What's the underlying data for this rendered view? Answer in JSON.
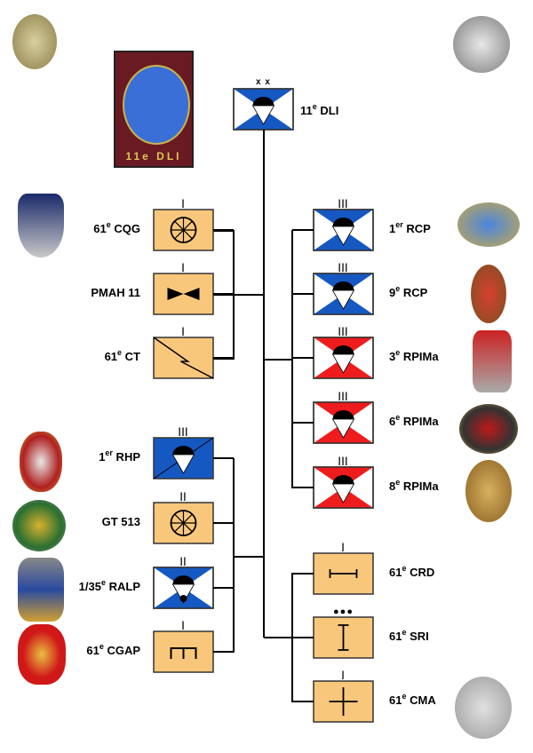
{
  "division": {
    "num": "11",
    "sup": "e",
    "rest": " DLI",
    "echelon": "x x",
    "patch_text": "11e DLI",
    "color": "#1658c2"
  },
  "colors": {
    "infantry": "#f9c77c",
    "blue": "#1658c2",
    "red": "#ee1c1c",
    "line": "#000000"
  },
  "units": [
    {
      "num": "61",
      "sup": "e",
      "rest": " CQG",
      "echelon": "|",
      "type": "wheel",
      "side": "left",
      "group": 1
    },
    {
      "num": "PMAH 11",
      "sup": "",
      "rest": "",
      "echelon": "|",
      "type": "bowtie",
      "side": "left",
      "group": 1
    },
    {
      "num": "61",
      "sup": "e",
      "rest": " CT",
      "echelon": "|",
      "type": "signal",
      "side": "left",
      "group": 1
    },
    {
      "num": "1",
      "sup": "er",
      "rest": " RCP",
      "echelon": "|||",
      "type": "para-blue",
      "side": "right",
      "group": 1
    },
    {
      "num": "9",
      "sup": "e",
      "rest": " RCP",
      "echelon": "|||",
      "type": "para-blue",
      "side": "right",
      "group": 1
    },
    {
      "num": "3",
      "sup": "e",
      "rest": " RPIMa",
      "echelon": "|||",
      "type": "para-red",
      "side": "right",
      "group": 1
    },
    {
      "num": "6",
      "sup": "e",
      "rest": " RPIMa",
      "echelon": "|||",
      "type": "para-red",
      "side": "right",
      "group": 1
    },
    {
      "num": "8",
      "sup": "e",
      "rest": " RPIMa",
      "echelon": "|||",
      "type": "para-red",
      "side": "right",
      "group": 1
    },
    {
      "num": "1",
      "sup": "er",
      "rest": " RHP",
      "echelon": "|||",
      "type": "armor-para",
      "side": "left",
      "group": 2
    },
    {
      "num": "GT 513",
      "sup": "",
      "rest": "",
      "echelon": "||",
      "type": "wheel",
      "side": "left",
      "group": 2
    },
    {
      "num": "1/35",
      "sup": "e",
      "rest": " RALP",
      "echelon": "||",
      "type": "artillery-para",
      "side": "left",
      "group": 2
    },
    {
      "num": "61",
      "sup": "e",
      "rest": " CGAP",
      "echelon": "|",
      "type": "engineer",
      "side": "left",
      "group": 2
    },
    {
      "num": "61",
      "sup": "e",
      "rest": " CRD",
      "echelon": "|",
      "type": "repair",
      "side": "right",
      "group": 2
    },
    {
      "num": "61",
      "sup": "e",
      "rest": " SRI",
      "echelon": "●●●",
      "type": "intel",
      "side": "right",
      "group": 2
    },
    {
      "num": "61",
      "sup": "e",
      "rest": " CMA",
      "echelon": "|",
      "type": "medical",
      "side": "right",
      "group": 2
    }
  ]
}
